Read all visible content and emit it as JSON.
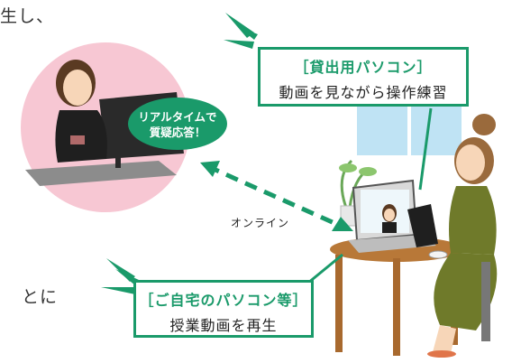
{
  "left_edge_top": "生し、",
  "left_edge_bottom": "とに",
  "rental_pc": {
    "title": "［貸出用パソコン］",
    "subtitle": "動画を見ながら操作練習"
  },
  "teacher_bubble": {
    "line1": "リアルタイムで",
    "line2": "質疑応答！"
  },
  "home_pc": {
    "title": "［ご自宅のパソコン等］",
    "subtitle": "授業動画を再生"
  },
  "connection_label": "オンライン",
  "colors": {
    "accent_green": "#1a9a6a",
    "pink_circle": "#f7c7d3",
    "window_blue": "#bfe3f4"
  }
}
